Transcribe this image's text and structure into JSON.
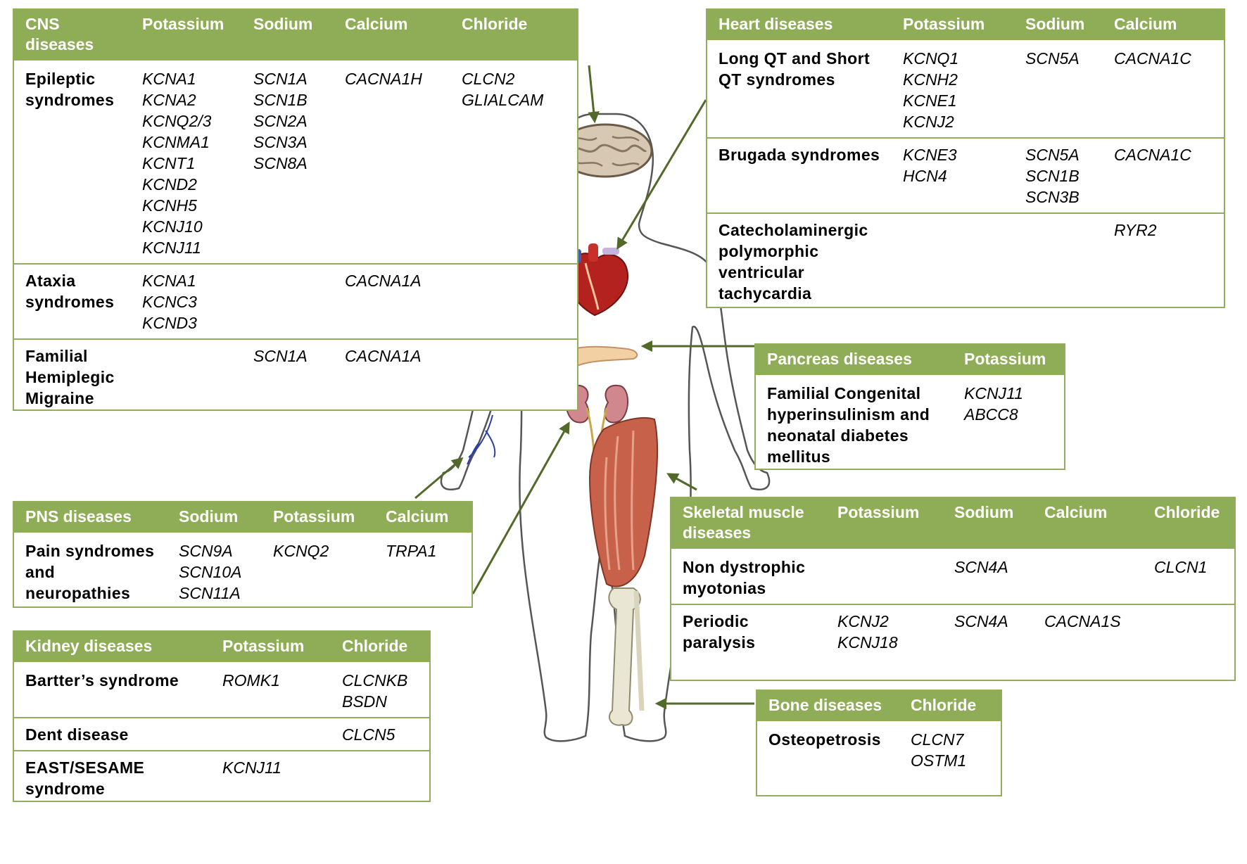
{
  "panels": {
    "cns": {
      "header": {
        "category": "CNS diseases",
        "columns": [
          "Potassium",
          "Sodium",
          "Calcium",
          "Chloride"
        ]
      },
      "rows": [
        {
          "disease": "Epileptic syndromes",
          "potassium": [
            "KCNA1",
            "KCNA2",
            "KCNQ2/3",
            "KCNMA1",
            "KCNT1",
            "KCND2",
            "KCNH5",
            "KCNJ10",
            "KCNJ11"
          ],
          "sodium": [
            "SCN1A",
            "SCN1B",
            "SCN2A",
            "SCN3A",
            "SCN8A"
          ],
          "calcium": [
            "CACNA1H"
          ],
          "chloride": [
            "CLCN2",
            "GLIALCAM"
          ]
        },
        {
          "disease": "Ataxia syndromes",
          "potassium": [
            "KCNA1",
            "KCNC3",
            "KCND3"
          ],
          "sodium": [],
          "calcium": [
            "CACNA1A"
          ],
          "chloride": []
        },
        {
          "disease": "Familial Hemiplegic Migraine",
          "potassium": [],
          "sodium": [
            "SCN1A"
          ],
          "calcium": [
            "CACNA1A"
          ],
          "chloride": []
        }
      ]
    },
    "heart": {
      "header": {
        "category": "Heart diseases",
        "columns": [
          "Potassium",
          "Sodium",
          "Calcium"
        ]
      },
      "rows": [
        {
          "disease": "Long QT and Short QT syndromes",
          "potassium": [
            "KCNQ1",
            "KCNH2",
            "KCNE1",
            "KCNJ2"
          ],
          "sodium": [
            "SCN5A"
          ],
          "calcium": [
            "CACNA1C"
          ]
        },
        {
          "disease": "Brugada syndromes",
          "potassium": [
            "KCNE3",
            "HCN4"
          ],
          "sodium": [
            "SCN5A",
            "SCN1B",
            "SCN3B"
          ],
          "calcium": [
            "CACNA1C"
          ]
        },
        {
          "disease": "Catecholaminergic polymorphic ventricular tachycardia",
          "potassium": [],
          "sodium": [],
          "calcium": [
            "RYR2"
          ]
        }
      ]
    },
    "pancreas": {
      "header": {
        "category": "Pancreas diseases",
        "columns": [
          "Potassium"
        ]
      },
      "rows": [
        {
          "disease": "Familial Congenital hyperinsulinism and neonatal diabetes mellitus",
          "potassium": [
            "KCNJ11",
            "ABCC8"
          ]
        }
      ]
    },
    "pns": {
      "header": {
        "category": "PNS diseases",
        "columns": [
          "Sodium",
          "Potassium",
          "Calcium"
        ]
      },
      "rows": [
        {
          "disease": "Pain syndromes and neuropathies",
          "sodium": [
            "SCN9A",
            "SCN10A",
            "SCN11A"
          ],
          "potassium": [
            "KCNQ2"
          ],
          "calcium": [
            "TRPA1"
          ]
        }
      ]
    },
    "skeletal": {
      "header": {
        "category": "Skeletal muscle diseases",
        "columns": [
          "Potassium",
          "Sodium",
          "Calcium",
          "Chloride"
        ]
      },
      "rows": [
        {
          "disease": "Non dystrophic myotonias",
          "potassium": [],
          "sodium": [
            "SCN4A"
          ],
          "calcium": [],
          "chloride": [
            "CLCN1"
          ]
        },
        {
          "disease": "Periodic paralysis",
          "potassium": [
            "KCNJ2",
            "KCNJ18"
          ],
          "sodium": [
            "SCN4A"
          ],
          "calcium": [
            "CACNA1S"
          ],
          "chloride": []
        }
      ]
    },
    "kidney": {
      "header": {
        "category": "Kidney diseases",
        "columns": [
          "Potassium",
          "Chloride"
        ]
      },
      "rows": [
        {
          "disease": "Bartter’s syndrome",
          "potassium": [
            "ROMK1"
          ],
          "chloride": [
            "CLCNKB",
            "BSDN"
          ]
        },
        {
          "disease": "Dent disease",
          "potassium": [],
          "chloride": [
            "CLCN5"
          ]
        },
        {
          "disease": "EAST/SESAME syndrome",
          "potassium": [
            "KCNJ11"
          ],
          "chloride": []
        }
      ]
    },
    "bone": {
      "header": {
        "category": "Bone diseases",
        "columns": [
          "Chloride"
        ]
      },
      "rows": [
        {
          "disease": "Osteopetrosis",
          "chloride": [
            "CLCN7",
            "OSTM1"
          ]
        }
      ]
    }
  },
  "colors": {
    "header_green": "#8fad57",
    "border_green": "#93ad5e",
    "arrow_green": "#52692a",
    "body_outline": "#555555"
  }
}
